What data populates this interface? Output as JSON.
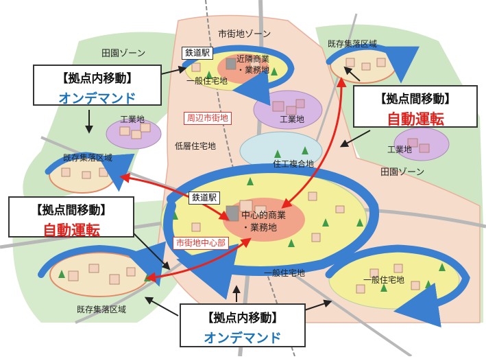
{
  "zones": {
    "den_en_1": "田園ゾーン",
    "den_en_2": "田園ゾーン",
    "shigaichi": "市街地ゾーン"
  },
  "areas": {
    "kison_top": "既存集落区域",
    "kison_left": "既存集落区域",
    "kison_bottom": "既存集落区域",
    "kogyo_1": "工業地",
    "kogyo_2": "工業地",
    "kogyo_3": "工業地",
    "teiso": "低層住宅地",
    "juko": "住工複合地",
    "ippan_top": "一般住宅地",
    "ippan_center": "一般住宅地",
    "ippan_right": "一般住宅地",
    "kinrin_line1": "近隣商業",
    "kinrin_line2": "・業務地",
    "chushin_line1": "中心的商業",
    "chushin_line2": "・業務地"
  },
  "stations": {
    "top": "鉄道駅",
    "center": "鉄道駅"
  },
  "red_labels": {
    "shuhen": "周辺市街地",
    "chushinbu": "市街地中心部"
  },
  "callouts": {
    "top_left": {
      "line1": "【拠点内移動】",
      "line2": "オンデマンド"
    },
    "top_right": {
      "line1": "【拠点間移動】",
      "line2": "自動運転"
    },
    "mid_left": {
      "line1": "【拠点間移動】",
      "line2": "自動運転"
    },
    "bottom": {
      "line1": "【拠点内移動】",
      "line2": "オンデマンド"
    }
  },
  "colors": {
    "blue_text": "#1a73b8",
    "red_text": "#e0201a",
    "blue_arrow": "#3a7fd0",
    "red_arrow": "#e8231c",
    "green_zone": "#cfe6c4",
    "city_zone": "#f6dccb",
    "yellow_area": "#f3ef9a",
    "purple_area": "#d7b7e3"
  }
}
